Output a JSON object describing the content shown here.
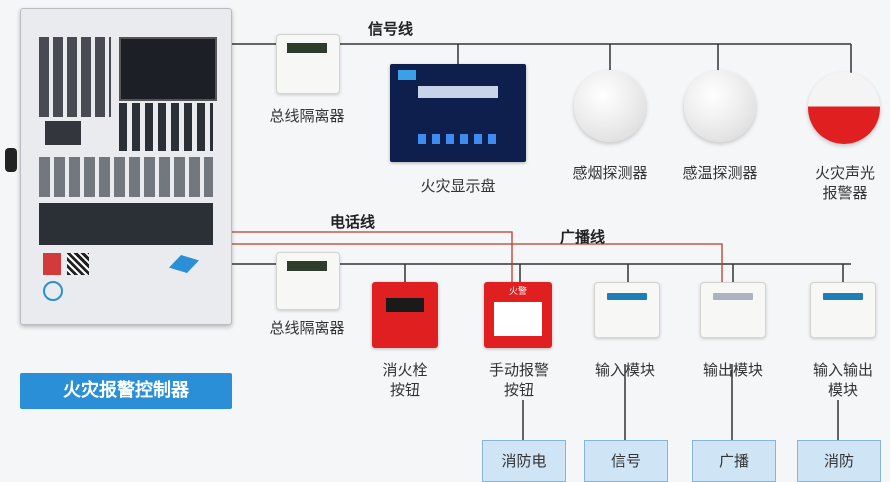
{
  "wire_labels": {
    "signal": "信号线",
    "phone": "电话线",
    "broadcast": "广播线"
  },
  "controller": {
    "title": "火灾报警控制器"
  },
  "top_devices": {
    "isolator": "总线隔离器",
    "display": "火灾显示盘",
    "smoke": "感烟探测器",
    "heat": "感温探测器",
    "alarm_line1": "火灾声光",
    "alarm_line2": "报警器"
  },
  "bottom_devices": {
    "isolator": "总线隔离器",
    "hydrant_line1": "消火栓",
    "hydrant_line2": "按钮",
    "manual_line1": "手动报警",
    "manual_line2": "按钮",
    "manual_tag": "火警",
    "input": "输入模块",
    "output": "输出模块",
    "io_line1": "输入输出",
    "io_line2": "模块"
  },
  "bottom_boxes": [
    "消防电",
    "信号",
    "广播",
    "消防"
  ],
  "colors": {
    "wire_black": "#333333",
    "wire_red": "#c0392b",
    "accent_blue": "#2a8fd6",
    "alarm_red": "#e02020"
  },
  "icons": [
    "company-logo-icon",
    "qr-code-icon",
    "phone-handset-icon",
    "smoke-detector-icon",
    "heat-detector-icon",
    "siren-icon"
  ]
}
